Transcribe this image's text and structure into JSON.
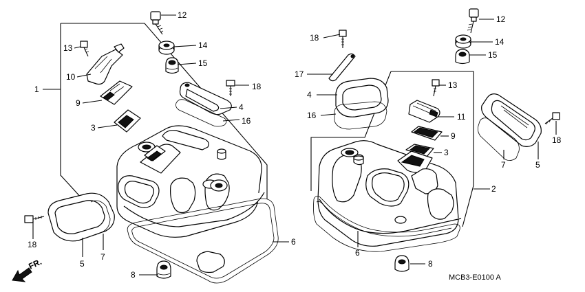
{
  "diagram": {
    "left": {
      "group_bracket_label": "1",
      "callouts": {
        "c12": "12",
        "c14": "14",
        "c15": "15",
        "c13": "13",
        "c10": "10",
        "c18a": "18",
        "c9": "9",
        "c3": "3",
        "c4": "4",
        "c16": "16",
        "c6": "6",
        "c18b": "18",
        "c5": "5",
        "c7": "7",
        "c8": "8"
      }
    },
    "right": {
      "group_bracket_label": "2",
      "callouts": {
        "c12": "12",
        "c18a": "18",
        "c14": "14",
        "c15": "15",
        "c17": "17",
        "c4": "4",
        "c13": "13",
        "c16": "16",
        "c11": "11",
        "c9": "9",
        "c3": "3",
        "c7": "7",
        "c5": "5",
        "c18b": "18",
        "c6": "6",
        "c8": "8"
      }
    },
    "front_label": "FR.",
    "drawing_code": "MCB3-E0100 A"
  }
}
